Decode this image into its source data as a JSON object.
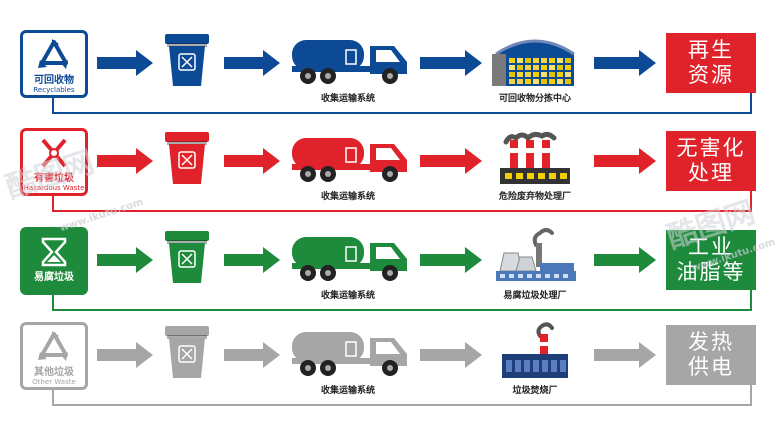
{
  "rows": [
    {
      "id": "recyclables",
      "color": "#0d4a96",
      "badge": {
        "cn": "可回收物",
        "en": "Recyclables",
        "style": "outline",
        "icon": "recycle-icon"
      },
      "truck_caption": "收集运输系统",
      "facility_caption": "可回收物分拣中心",
      "facility_icon": "sorting-center-icon",
      "result_lines": [
        "再生",
        "资源"
      ],
      "result_color": "#e0222a"
    },
    {
      "id": "hazardous",
      "color": "#e0222a",
      "badge": {
        "cn": "有害垃圾",
        "en": "Hazardous Waste",
        "style": "outline",
        "icon": "hazard-icon"
      },
      "truck_caption": "收集运输系统",
      "facility_caption": "危险废弃物处理厂",
      "facility_icon": "factory-icon",
      "result_lines": [
        "无害化",
        "处理"
      ],
      "result_color": "#e0222a"
    },
    {
      "id": "food",
      "color": "#1e8a3c",
      "badge": {
        "cn": "易腐垃圾",
        "en": "",
        "style": "filled",
        "icon": "hourglass-icon"
      },
      "truck_caption": "收集运输系统",
      "facility_caption": "易腐垃圾处理厂",
      "facility_icon": "treatment-plant-icon",
      "result_lines": [
        "工业",
        "油脂等"
      ],
      "result_color": "#1e8a3c"
    },
    {
      "id": "other",
      "color": "#a6a6a6",
      "badge": {
        "cn": "其他垃圾",
        "en": "Other Waste",
        "style": "outline",
        "icon": "recycle-icon"
      },
      "truck_caption": "收集运输系统",
      "facility_caption": "垃圾焚烧厂",
      "facility_icon": "incinerator-icon",
      "result_lines": [
        "发热",
        "供电"
      ],
      "result_color": "#a6a6a6"
    }
  ],
  "watermark": {
    "brand": "酷图网",
    "url": "www.ikutu.com"
  }
}
